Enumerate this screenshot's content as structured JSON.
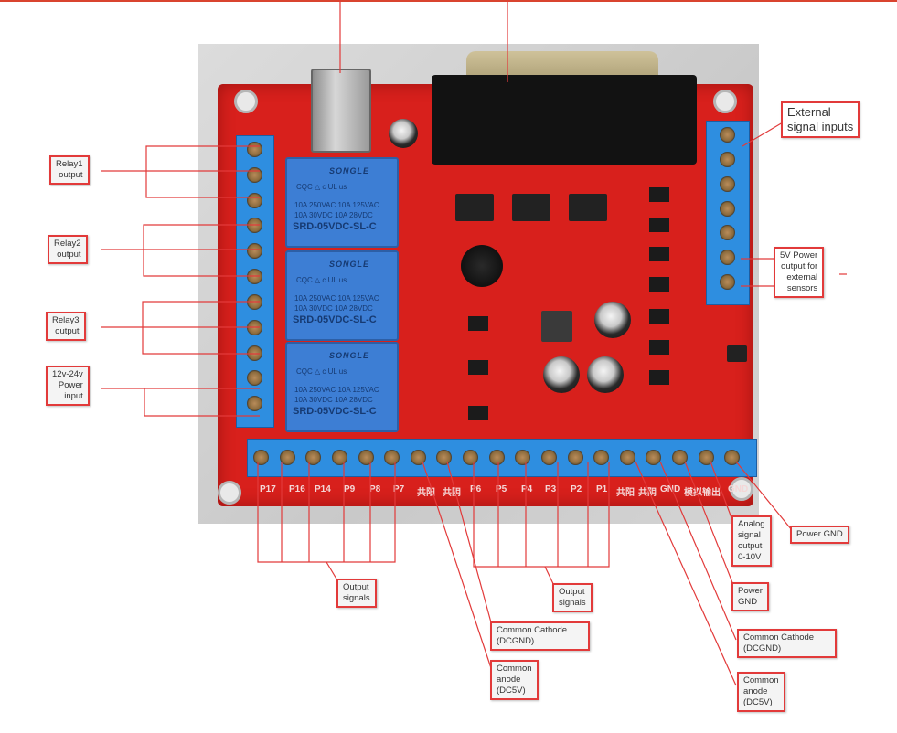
{
  "figure": {
    "subject": "5-axis CNC breakout board with relay outputs (annotated photo)",
    "accent_color": "#e23a3a",
    "pcb_color": "#d8201c",
    "terminal_color": "#2e8ee0"
  },
  "relays": [
    {
      "brand": "SONGLE",
      "certs": "CQC  △  c UL us",
      "rating1": "10A 250VAC  10A 125VAC",
      "rating2": "10A 30VDC  10A 28VDC",
      "model": "SRD-05VDC-SL-C"
    },
    {
      "brand": "SONGLE",
      "certs": "CQC  △  c UL us",
      "rating1": "10A 250VAC  10A 125VAC",
      "rating2": "10A 30VDC  10A 28VDC",
      "model": "SRD-05VDC-SL-C"
    },
    {
      "brand": "SONGLE",
      "certs": "CQC  △  c UL us",
      "rating1": "10A 250VAC  10A 125VAC",
      "rating2": "10A 30VDC  10A 28VDC",
      "model": "SRD-05VDC-SL-C"
    }
  ],
  "bottom_terminal_labels": [
    "P17",
    "P16",
    "P14",
    "P9",
    "P8",
    "P7",
    "共阳",
    "共阴",
    "P6",
    "P5",
    "P4",
    "P3",
    "P2",
    "P1",
    "共阳",
    "共阴",
    "GND",
    "模拟输出",
    "GND"
  ],
  "callouts": {
    "relay1": [
      "Relay1",
      "output"
    ],
    "relay2": [
      "Relay2",
      "output"
    ],
    "relay3": [
      "Relay3",
      "output"
    ],
    "power_in": [
      "12v-24v",
      "Power",
      "input"
    ],
    "ext_signal": [
      "External",
      "signal inputs"
    ],
    "sensor_power": [
      "5V Power",
      "output for",
      "external",
      "sensors"
    ],
    "output_signals_a": [
      "Output",
      "signals"
    ],
    "output_signals_b": [
      "Output",
      "signals"
    ],
    "common_cathode_a": [
      "Common Cathode",
      "(DCGND)"
    ],
    "common_anode_a": [
      "Common",
      "anode",
      "(DC5V)"
    ],
    "analog_out": [
      "Analog",
      "signal",
      "output",
      "0-10V"
    ],
    "power_gnd_a": [
      "Power",
      "GND"
    ],
    "power_gnd_b": [
      "Power GND"
    ],
    "common_cathode_b": [
      "Common Cathode",
      "(DCGND)"
    ],
    "common_anode_b": [
      "Common",
      "anode",
      "(DC5V)"
    ]
  }
}
